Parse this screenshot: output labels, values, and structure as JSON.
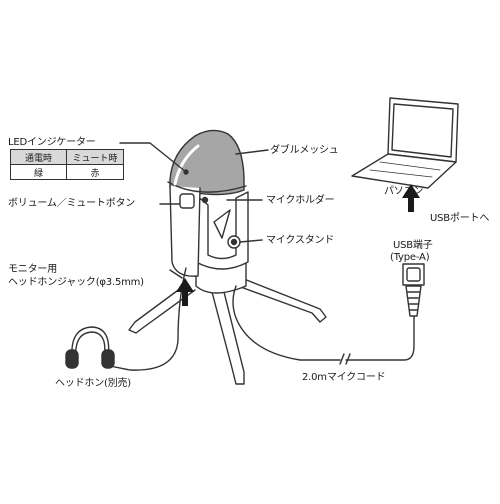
{
  "labels": {
    "led": "LEDインジケーター",
    "volume_mute": "ボリューム／ミュートボタン",
    "monitor_line1": "モニター用",
    "monitor_line2": "ヘッドホンジャック(φ3.5mm)",
    "headphone": "ヘッドホン(別売)",
    "double_mesh": "ダブルメッシュ",
    "mic_holder": "マイクホルダー",
    "mic_stand": "マイクスタンド",
    "pc": "パソコン",
    "usb_port": "USBポートへ",
    "usb_terminal_line1": "USB端子",
    "usb_terminal_line2": "(Type-A)",
    "cord": "2.0mマイクコード"
  },
  "led_table": {
    "headers": [
      "通電時",
      "ミュート時"
    ],
    "values": [
      "緑",
      "赤"
    ]
  },
  "colors": {
    "line": "#333333",
    "mesh_fill": "#a6a6a6",
    "table_header": "#d9d9d9"
  }
}
